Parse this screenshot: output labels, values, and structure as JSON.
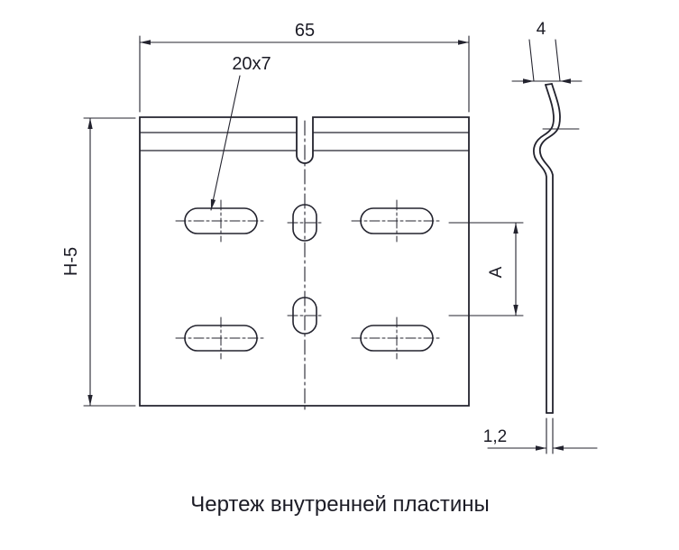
{
  "page": {
    "caption": "Чертеж внутренней пластины",
    "background": "#ffffff"
  },
  "colors": {
    "line": "#23232e",
    "text": "#1b1b25"
  },
  "labels": {
    "plate_width": "65",
    "slot_size": "20x7",
    "plate_height": "H-5",
    "hole_spacing": "A",
    "hook_width": "4",
    "thickness": "1,2"
  }
}
